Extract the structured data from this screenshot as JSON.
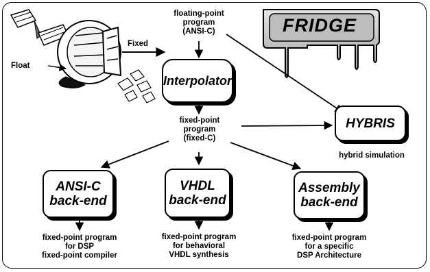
{
  "fridge": {
    "title": "FRIDGE"
  },
  "illustration": {
    "float_label": "Float",
    "fixed_label": "Fixed"
  },
  "input": {
    "line1": "floating-point",
    "line2": "program",
    "line3": "(ANSI-C)"
  },
  "interpolator": {
    "label": "Interpolator"
  },
  "fixed_program": {
    "line1": "fixed-point",
    "line2": "program",
    "line3": "(fixed-C)"
  },
  "hybris": {
    "label": "HYBRIS",
    "caption": "hybrid simulation"
  },
  "backends": [
    {
      "line1": "ANSI-C",
      "line2": "back-end",
      "out1": "fixed-point program",
      "out2": "for DSP",
      "out3": "fixed-point compiler"
    },
    {
      "line1": "VHDL",
      "line2": "back-end",
      "out1": "fixed-point program",
      "out2": "for behavioral",
      "out3": "VHDL synthesis"
    },
    {
      "line1": "Assembly",
      "line2": "back-end",
      "out1": "fixed-point program",
      "out2": "for a specific",
      "out3": "DSP Architecture"
    }
  ]
}
